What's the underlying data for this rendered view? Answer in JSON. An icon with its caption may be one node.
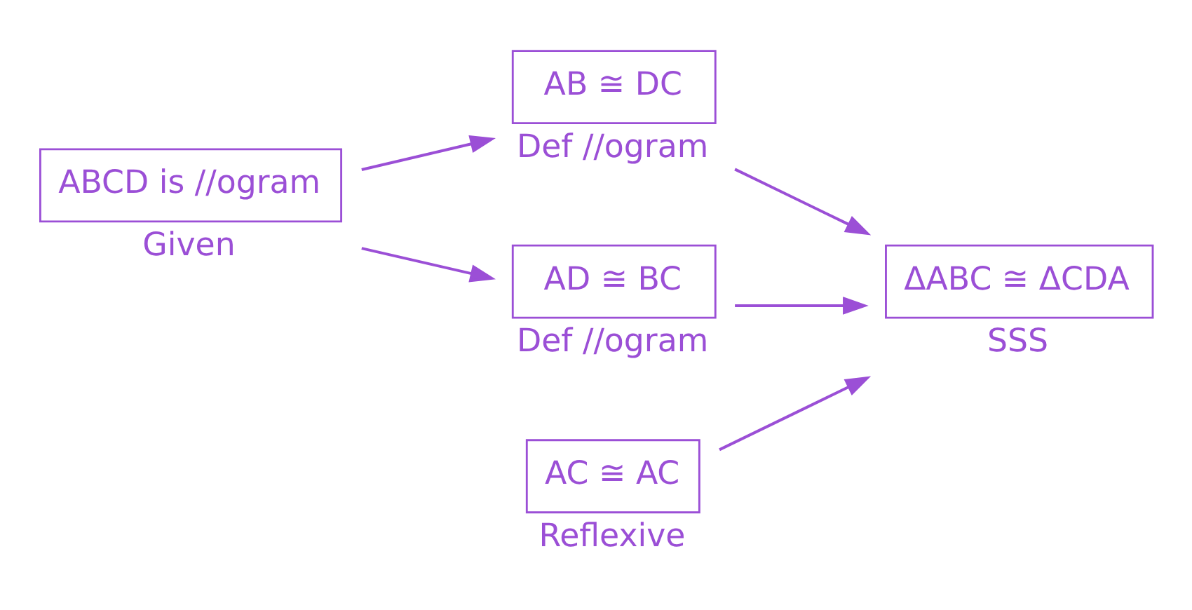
{
  "diagram": {
    "nodes": [
      {
        "text": [
          "ABCD is //ogram"
        ],
        "beside": [
          "Given"
        ]
      },
      {
        "text": [
          "AB ≅ DC"
        ],
        "beside": [
          "Def //ogram"
        ]
      },
      {
        "text": [
          "AD ≅ BC"
        ],
        "beside": [
          "Def //ogram"
        ]
      },
      {
        "text": [
          "AC ≅ AC"
        ],
        "beside": [
          "Reflexive"
        ]
      },
      {
        "text": [
          "ΔABC ≅ ΔCDA"
        ],
        "beside": [
          "SSS"
        ]
      }
    ],
    "edges": [
      {
        "from": 0,
        "to": 1,
        "arrow": "to"
      },
      {
        "from": 0,
        "to": 2,
        "arrow": "to"
      },
      {
        "from": 1,
        "to": 4,
        "arrow": "to"
      },
      {
        "from": 2,
        "to": 4,
        "arrow": "to"
      },
      {
        "from": 3,
        "to": 4,
        "arrow": "to"
      }
    ]
  }
}
